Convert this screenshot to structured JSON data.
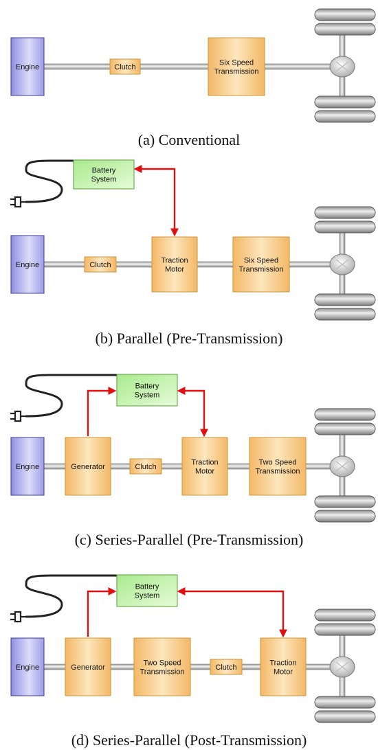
{
  "colors": {
    "component_fill": "#fdd99a",
    "component_stroke": "#c9963a",
    "engine_fill": "#b9b8f2",
    "engine_stroke": "#3d3d8a",
    "battery_fill": "#c7f5b2",
    "battery_stroke": "#5a9a3c",
    "connection_arrow": "#e01010",
    "shaft": "#c8c8c8",
    "wheel": "#b8b8b8",
    "cable": "#222222"
  },
  "icons": {
    "plug": "electrical-plug-icon",
    "wheel": "wheel-icon",
    "differential": "differential-icon"
  },
  "diagrams": [
    {
      "caption": "(a)  Conventional",
      "components": [
        {
          "role": "engine",
          "lines": [
            "Engine"
          ]
        },
        {
          "role": "clutch",
          "lines": [
            "Clutch"
          ]
        },
        {
          "role": "transmission",
          "lines": [
            "Six Speed",
            "Transmission"
          ]
        }
      ]
    },
    {
      "caption": "(b)  Parallel (Pre-Transmission)",
      "components": [
        {
          "role": "battery",
          "lines": [
            "Battery",
            "System"
          ]
        },
        {
          "role": "engine",
          "lines": [
            "Engine"
          ]
        },
        {
          "role": "clutch",
          "lines": [
            "Clutch"
          ]
        },
        {
          "role": "motor",
          "lines": [
            "Traction",
            "Motor"
          ]
        },
        {
          "role": "transmission",
          "lines": [
            "Six Speed",
            "Transmission"
          ]
        }
      ]
    },
    {
      "caption": "(c)  Series-Parallel (Pre-Transmission)",
      "components": [
        {
          "role": "battery",
          "lines": [
            "Battery",
            "System"
          ]
        },
        {
          "role": "engine",
          "lines": [
            "Engine"
          ]
        },
        {
          "role": "generator",
          "lines": [
            "Generator"
          ]
        },
        {
          "role": "clutch",
          "lines": [
            "Clutch"
          ]
        },
        {
          "role": "motor",
          "lines": [
            "Traction",
            "Motor"
          ]
        },
        {
          "role": "transmission",
          "lines": [
            "Two Speed",
            "Transmission"
          ]
        }
      ]
    },
    {
      "caption": "(d)  Series-Parallel (Post-Transmission)",
      "components": [
        {
          "role": "battery",
          "lines": [
            "Battery",
            "System"
          ]
        },
        {
          "role": "engine",
          "lines": [
            "Engine"
          ]
        },
        {
          "role": "generator",
          "lines": [
            "Generator"
          ]
        },
        {
          "role": "transmission",
          "lines": [
            "Two Speed",
            "Transmission"
          ]
        },
        {
          "role": "clutch",
          "lines": [
            "Clutch"
          ]
        },
        {
          "role": "motor",
          "lines": [
            "Traction",
            "Motor"
          ]
        }
      ]
    }
  ]
}
